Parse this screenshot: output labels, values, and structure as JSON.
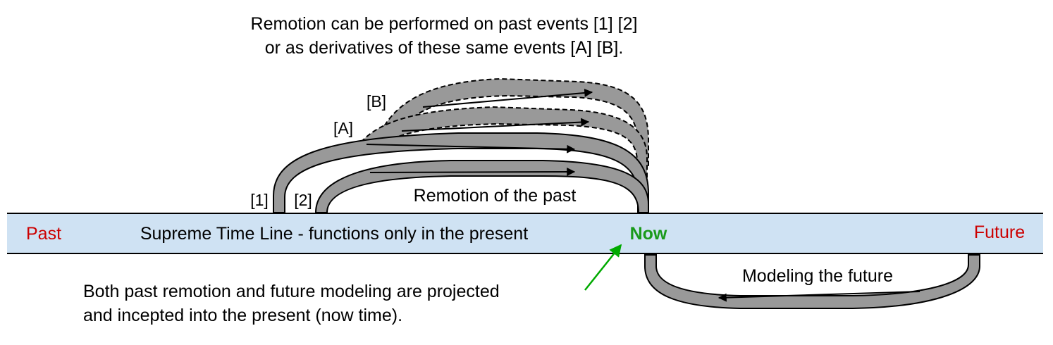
{
  "caption_top": {
    "line1": "Remotion can be performed on past events [1] [2]",
    "line2": "or as derivatives of these same events [A] [B]."
  },
  "timeline": {
    "past_label": "Past",
    "main_label": "Supreme Time Line - functions only in the present",
    "now_label": "Now",
    "future_label": "Future"
  },
  "loops": {
    "label_1": "[1]",
    "label_2": "[2]",
    "label_A": "[A]",
    "label_B": "[B]",
    "remotion_label": "Remotion of the past",
    "future_label": "Modeling the future"
  },
  "caption_bottom": {
    "line1": "Both past remotion and future modeling are projected",
    "line2": "and incepted into the present (now time)."
  },
  "colors": {
    "timeline_fill": "#cfe2f3",
    "loop_fill": "#999999",
    "past_future": "#cc0000",
    "now": "#1a9a1a",
    "pointer": "#00aa00"
  }
}
